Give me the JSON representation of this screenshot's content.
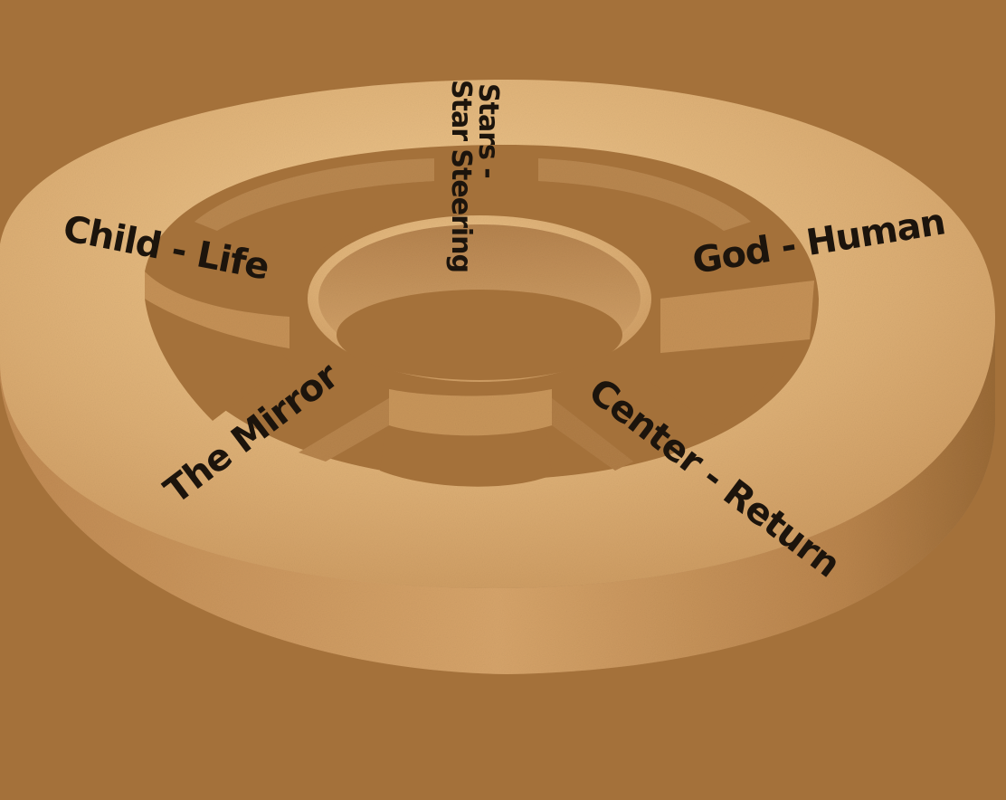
{
  "colors": {
    "background": "#a4713a",
    "wheel_top": "#dcae74",
    "wheel_side": "#c4925a",
    "wheel_shadow": "#8f5f2e",
    "label_text": "#1c140c"
  },
  "wheel": {
    "spokes": [
      {
        "id": "child-life",
        "label": "Child - Life"
      },
      {
        "id": "stars",
        "label": "Stars -"
      },
      {
        "id": "star-steering",
        "label": "Star Steering"
      },
      {
        "id": "god-human",
        "label": "God - Human"
      },
      {
        "id": "the-mirror",
        "label": "The Mirror"
      },
      {
        "id": "center-return",
        "label": "Center - Return"
      }
    ]
  }
}
